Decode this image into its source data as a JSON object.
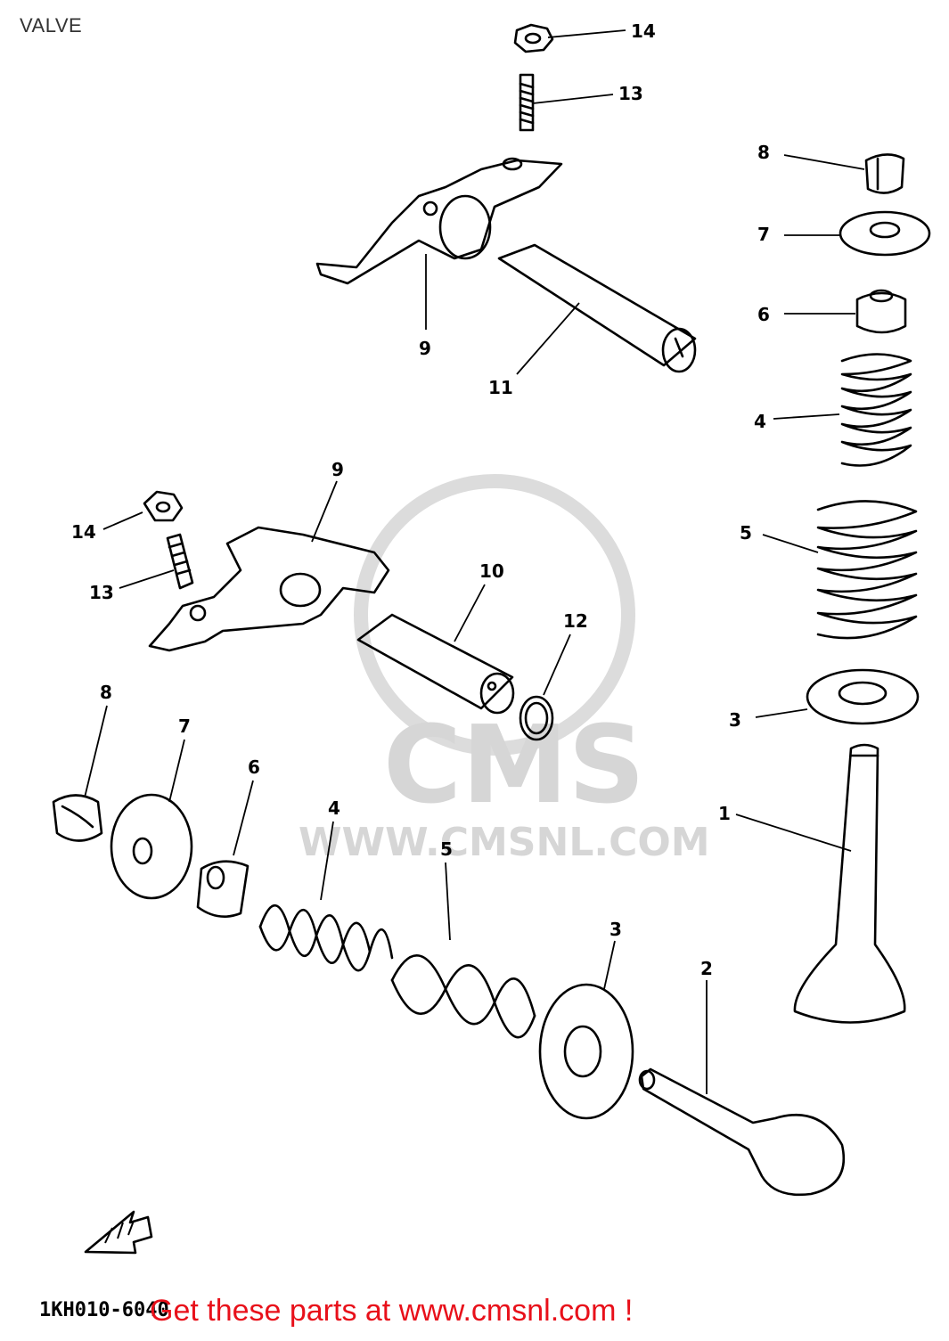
{
  "header": {
    "title": "VALVE"
  },
  "footer": {
    "diagram_code": "1KH010-6040",
    "promo_text": "Get these parts at www.cmsnl.com !"
  },
  "watermark": {
    "brand": "CMS",
    "url": "WWW.CMSNL.COM"
  },
  "callouts": {
    "c14_top": "14",
    "c13_top": "13",
    "c9_top": "9",
    "c11": "11",
    "c8_right": "8",
    "c7_right": "7",
    "c6_right": "6",
    "c4_right": "4",
    "c5_right": "5",
    "c3_right": "3",
    "c1": "1",
    "c9_mid": "9",
    "c14_left": "14",
    "c13_left": "13",
    "c10": "10",
    "c12": "12",
    "c8_left": "8",
    "c7_left": "7",
    "c6_left": "6",
    "c4_left": "4",
    "c5_left": "5",
    "c3_left": "3",
    "c2": "2"
  },
  "icons": {
    "forward_arrow": "fwd-arrow-icon"
  }
}
